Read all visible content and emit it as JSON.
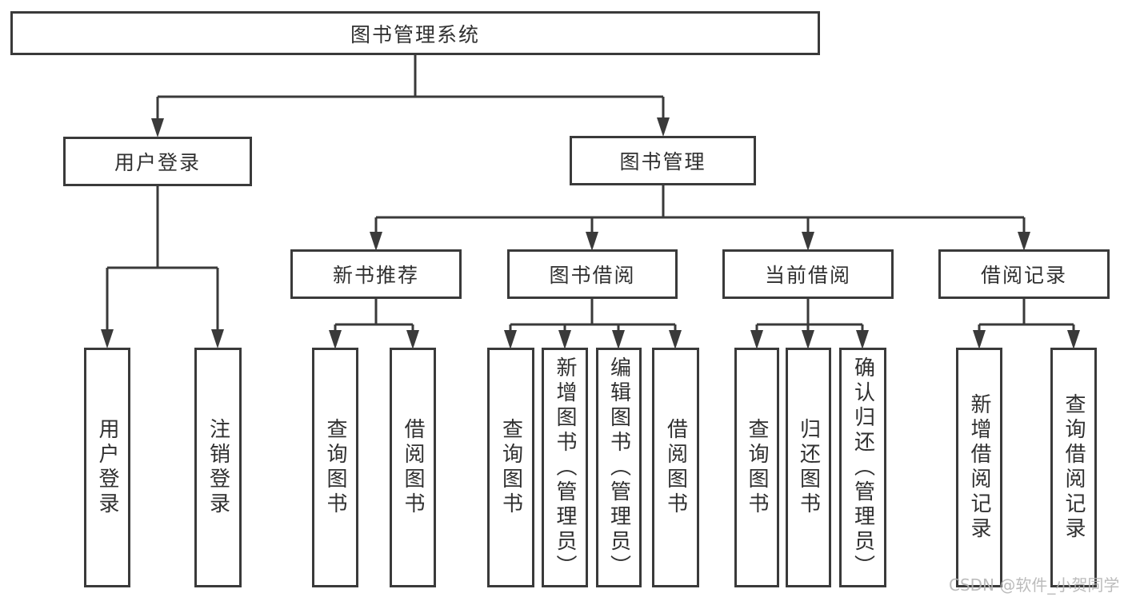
{
  "diagram": {
    "root": {
      "label": "图书管理系统",
      "children": [
        {
          "label": "用户登录",
          "children": [
            {
              "label": "用户登录"
            },
            {
              "label": "注销登录"
            }
          ]
        },
        {
          "label": "图书管理",
          "children": [
            {
              "label": "新书推荐",
              "children": [
                {
                  "label": "查询图书"
                },
                {
                  "label": "借阅图书"
                }
              ]
            },
            {
              "label": "图书借阅",
              "children": [
                {
                  "label": "查询图书"
                },
                {
                  "label": "新增图书（管理员）"
                },
                {
                  "label": "编辑图书（管理员）"
                },
                {
                  "label": "借阅图书"
                }
              ]
            },
            {
              "label": "当前借阅",
              "children": [
                {
                  "label": "查询图书"
                },
                {
                  "label": "归还图书"
                },
                {
                  "label": "确认归还（管理员）"
                }
              ]
            },
            {
              "label": "借阅记录",
              "children": [
                {
                  "label": "新增借阅记录"
                },
                {
                  "label": "查询借阅记录"
                }
              ]
            }
          ]
        }
      ]
    }
  },
  "watermark": {
    "text": "CSDN @软件_小贺同学"
  },
  "colors": {
    "line": "#3a3a3a",
    "box_border": "#3a3a3a",
    "text": "#303030",
    "background": "#ffffff",
    "watermark": "#b5b5b5"
  }
}
